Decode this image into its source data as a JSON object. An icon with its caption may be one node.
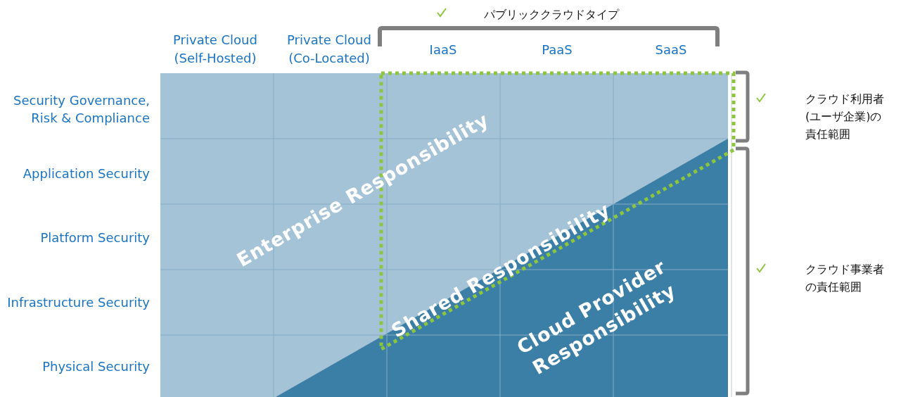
{
  "diagram": {
    "labels": [
      "パブリッククラウドタイプ",
      "Private Cloud (Self-Hosted)",
      "Private Cloud (Co-Located)",
      "IaaS",
      "PaaS",
      "SaaS",
      "Security Governance, Risk & Compliance",
      "クラウド利用者(ユーザ企業)の責任範囲",
      "Application Security",
      "Enterprise Responsibility",
      "Shared Responsibility",
      "Platform Security",
      "Infrastructure Security",
      "クラウド事業者の責任範囲",
      "Cloud Provider Responsibility",
      "Physical Security"
    ]
  }
}
